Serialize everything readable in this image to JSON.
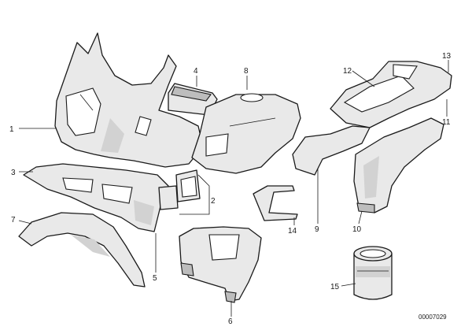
{
  "diagram": {
    "callouts": {
      "c1": "1",
      "c2": "2",
      "c3": "3",
      "c4": "4",
      "c5": "5",
      "c6": "6",
      "c7": "7",
      "c8": "8",
      "c9": "9",
      "c10": "10",
      "c11": "11",
      "c12": "12",
      "c13": "13",
      "c14": "14",
      "c15": "15"
    },
    "drawing_number": "00007029"
  }
}
